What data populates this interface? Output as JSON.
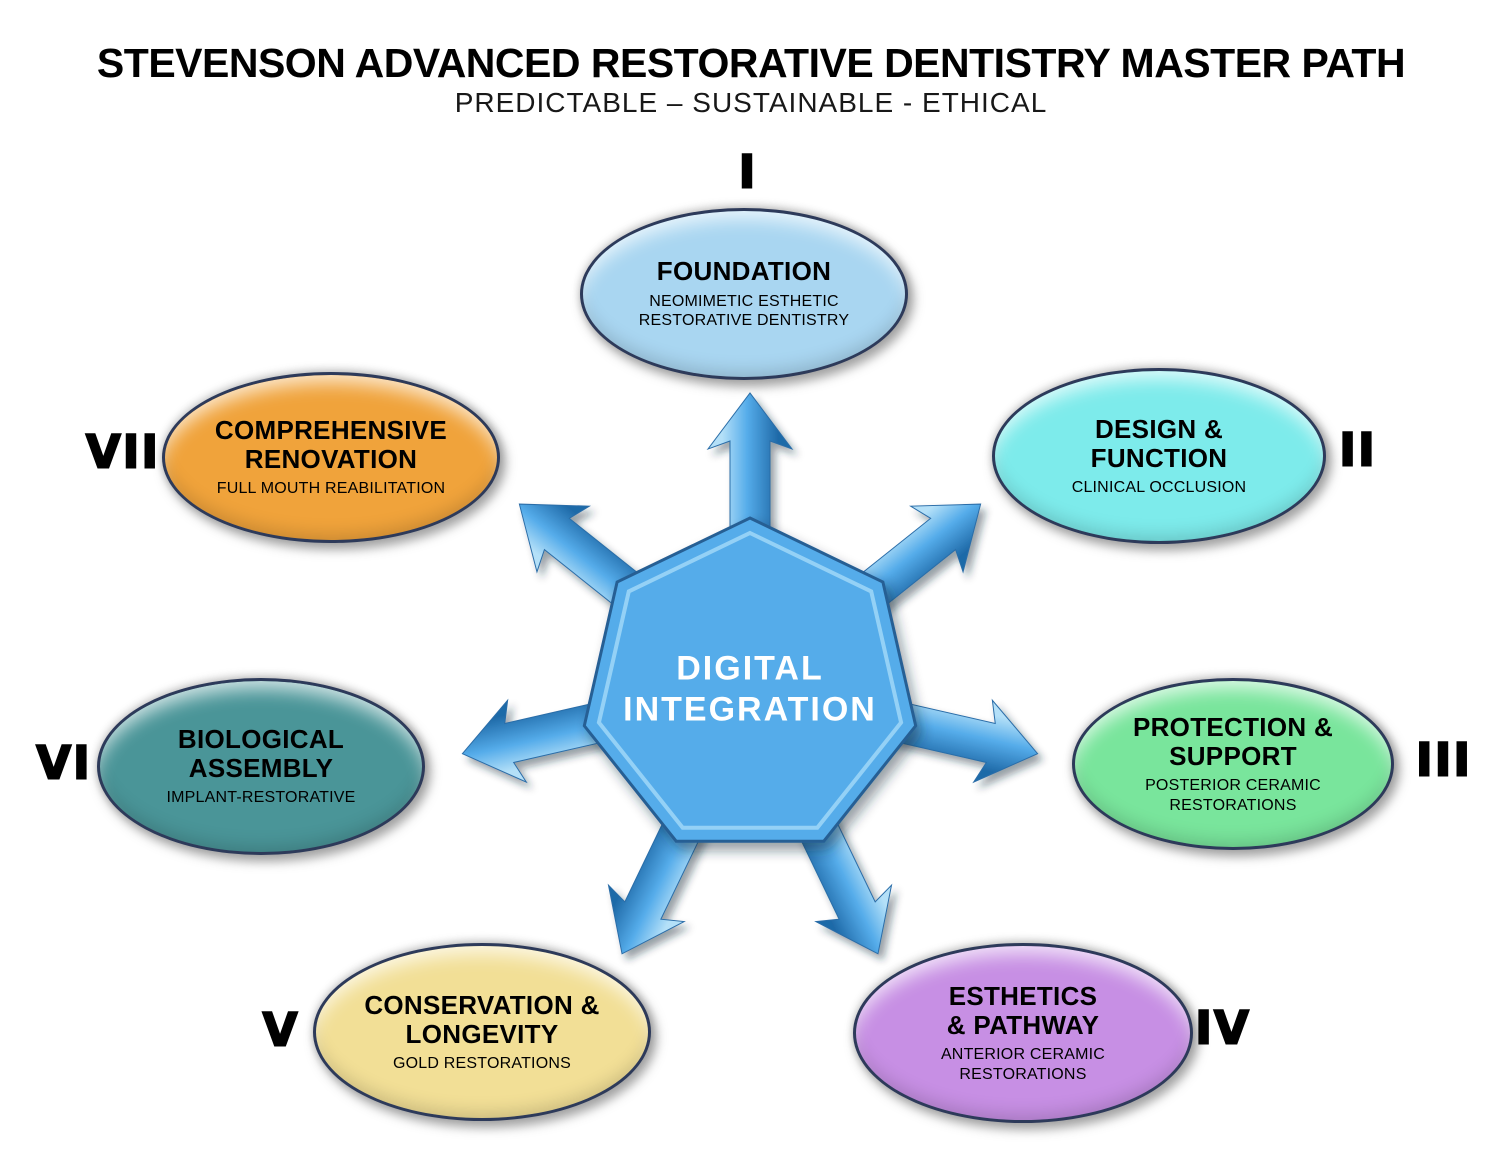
{
  "header": {
    "title": "STEVENSON ADVANCED RESTORATIVE DENTISTRY MASTER PATH",
    "subtitle": "PREDICTABLE – SUSTAINABLE - ETHICAL"
  },
  "center": {
    "label": "DIGITAL\nINTEGRATION",
    "color": "#55ACEA",
    "arrow_highlight": "#B4E0F8",
    "arrow_shadow": "#1F6AA8",
    "outline_color": "#2D3A5A"
  },
  "nodes": [
    {
      "numeral": "I",
      "title": "FOUNDATION",
      "subtitle": "NEOMIMETIC ESTHETIC\nRESTORATIVE DENTISTRY",
      "color": "#A9D6F1"
    },
    {
      "numeral": "II",
      "title": "DESIGN &\nFUNCTION",
      "subtitle": "CLINICAL OCCLUSION",
      "color": "#7DEBEB"
    },
    {
      "numeral": "III",
      "title": "PROTECTION &\nSUPPORT",
      "subtitle": "POSTERIOR CERAMIC\nRESTORATIONS",
      "color": "#79E59C"
    },
    {
      "numeral": "IV",
      "title": "ESTHETICS\n& PATHWAY",
      "subtitle": "ANTERIOR CERAMIC\nRESTORATIONS",
      "color": "#C78FE4"
    },
    {
      "numeral": "V",
      "title": "CONSERVATION &\nLONGEVITY",
      "subtitle": "GOLD RESTORATIONS",
      "color": "#F2DF96"
    },
    {
      "numeral": "VI",
      "title": "BIOLOGICAL\nASSEMBLY",
      "subtitle": "IMPLANT-RESTORATIVE",
      "color": "#4A9598"
    },
    {
      "numeral": "VII",
      "title": "COMPREHENSIVE\nRENOVATION",
      "subtitle": "FULL MOUTH REABILITATION",
      "color": "#F0A33B"
    }
  ]
}
